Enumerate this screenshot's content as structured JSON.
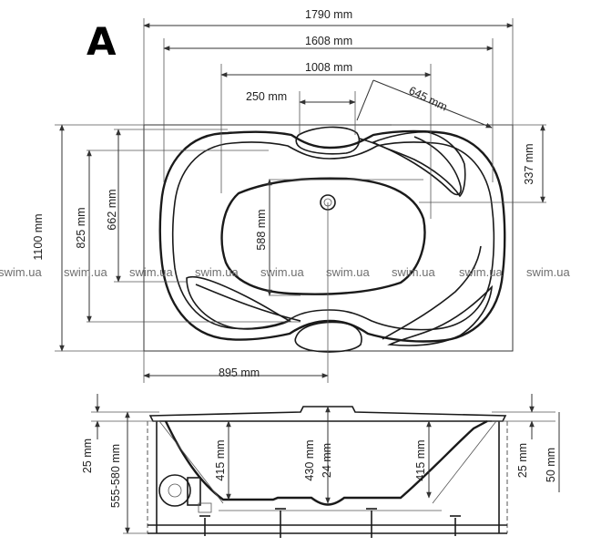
{
  "diagram": {
    "letter": "A",
    "watermark": "swim.ua",
    "dimensions": {
      "overall_length": "1790 mm",
      "inner_length": "1608 mm",
      "basin_length": "1008 mm",
      "headrest_width": "250 mm",
      "diagonal": "645 mm",
      "overall_width": "1100 mm",
      "inner_width": "825 mm",
      "basin_width": "662 mm",
      "bottom_width": "588 mm",
      "drain_offset": "337 mm",
      "drain_position": "895 mm",
      "rim_left": "25 mm",
      "height_range": "555-580 mm",
      "depth_left": "415 mm",
      "depth_center": "430 mm",
      "center_small": "24 mm",
      "depth_right": "415 mm",
      "rim_right": "25 mm",
      "rim_height": "50 mm"
    }
  }
}
